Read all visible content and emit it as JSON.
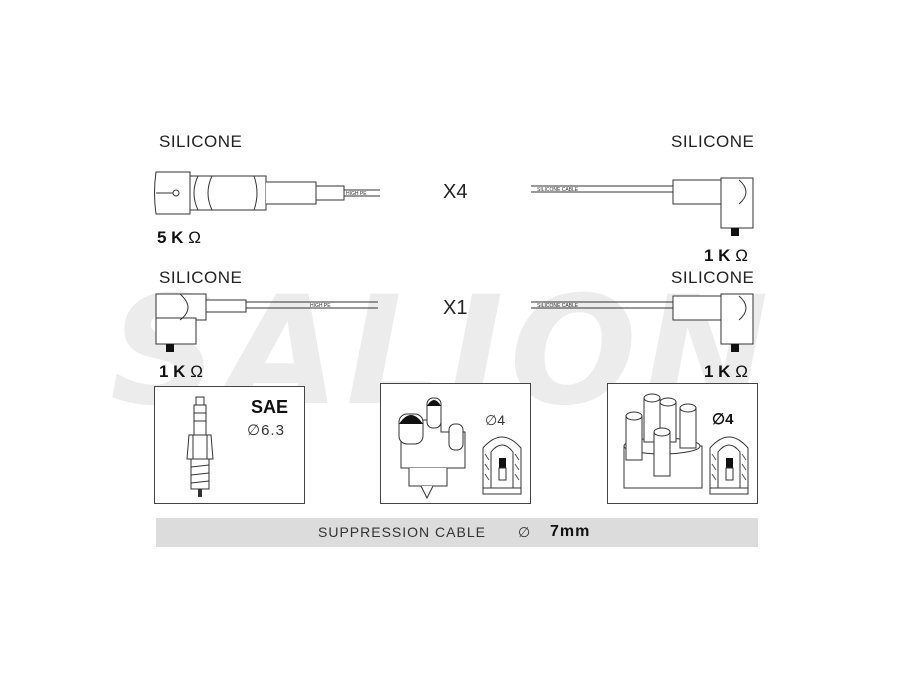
{
  "watermark": "SALION",
  "top_left": {
    "material": "SILICONE",
    "resistance_value": "5 K",
    "resistance_unit": "Ω",
    "cable_print": "HIGH PE"
  },
  "top_right": {
    "material": "SILICONE",
    "resistance_value": "1 K",
    "resistance_unit": "Ω",
    "cable_print": "SILICONE CABLE"
  },
  "top_quantity": "X4",
  "mid_left": {
    "material": "SILICONE",
    "resistance_value": "1 K",
    "resistance_unit": "Ω",
    "cable_print": "HIGH PE"
  },
  "mid_right": {
    "material": "SILICONE",
    "resistance_value": "1 K",
    "resistance_unit": "Ω",
    "cable_print": "SILICONE CABLE"
  },
  "mid_quantity": "X1",
  "spark_plug_box": {
    "standard": "SAE",
    "diameter": "∅6.3"
  },
  "coil_box": {
    "diameter": "∅4"
  },
  "distributor_box": {
    "diameter": "∅4"
  },
  "banner": {
    "text": "SUPPRESSION CABLE",
    "symbol": "∅",
    "size": "7mm"
  }
}
